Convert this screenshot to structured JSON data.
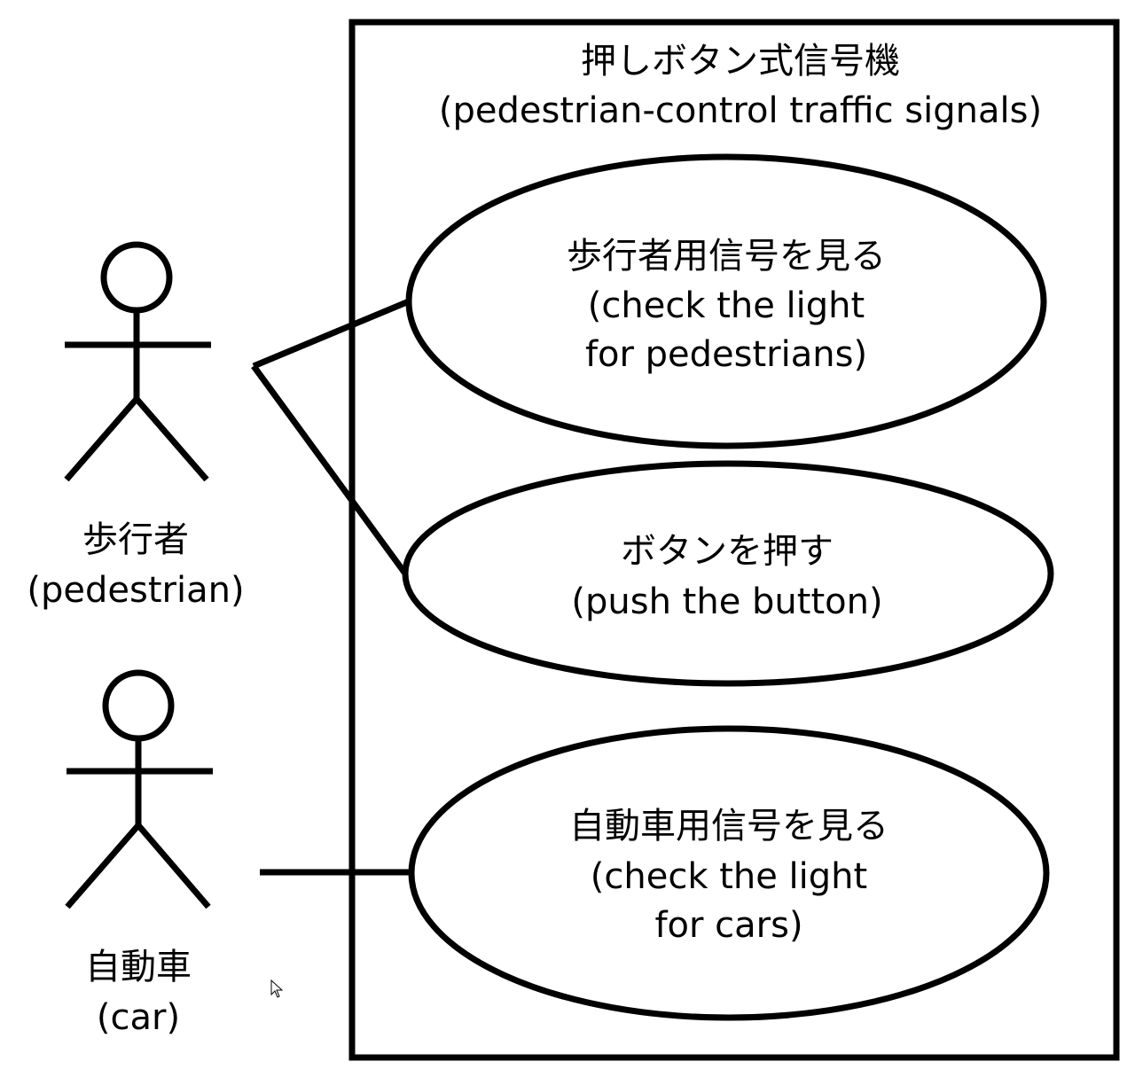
{
  "system": {
    "title_ja": "押しボタン式信号機",
    "title_en": "(pedestrian-control traffic signals)"
  },
  "actors": [
    {
      "id": "pedestrian",
      "label_ja": "歩行者",
      "label_en": "(pedestrian)"
    },
    {
      "id": "car",
      "label_ja": "自動車",
      "label_en": "(car)"
    }
  ],
  "use_cases": [
    {
      "id": "check-pedestrian-light",
      "lines": [
        "歩行者用信号を見る",
        "(check the light",
        "for pedestrians)"
      ]
    },
    {
      "id": "push-button",
      "lines": [
        "ボタンを押す",
        "(push the button)"
      ]
    },
    {
      "id": "check-car-light",
      "lines": [
        "自動車用信号を見る",
        "(check the light",
        "for cars)"
      ]
    }
  ],
  "associations": [
    {
      "actor": "pedestrian",
      "use_case": "check-pedestrian-light"
    },
    {
      "actor": "pedestrian",
      "use_case": "push-button"
    },
    {
      "actor": "car",
      "use_case": "check-car-light"
    }
  ]
}
